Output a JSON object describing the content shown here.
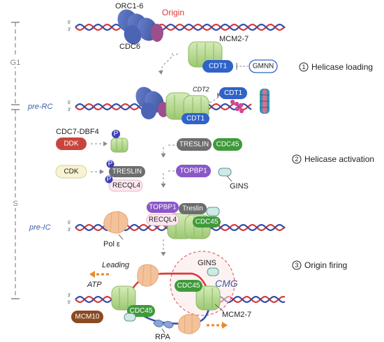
{
  "phases": {
    "g1": "G1",
    "s": "S"
  },
  "stages": {
    "pre_rc": "pre-RC",
    "pre_ic": "pre-IC"
  },
  "steps": [
    {
      "num": "1",
      "label": "Helicase loading"
    },
    {
      "num": "2",
      "label": "Helicase activation"
    },
    {
      "num": "3",
      "label": "Origin firing"
    }
  ],
  "strand_labels": {
    "five": "5'",
    "three": "3'"
  },
  "labels": {
    "orc": "ORC1-6",
    "origin": "Origin",
    "cdc6": "CDC6",
    "mcm27_top": "MCM2-7",
    "cdt1_top": "CDT1",
    "gmnn": "GMNN",
    "cdt2": "CDT2",
    "cdt1_right": "CDT1",
    "cdt1_bottom": "CDT1",
    "cdc7_dbf4": "CDC7-DBF4",
    "ddk": "DDK",
    "treslin_top": "TRESLIN",
    "cdc45_top": "CDC45",
    "cdk": "CDK",
    "treslin_mid": "TRESLIN",
    "recql4_mid": "RECQL4",
    "topbp1_mid": "TOPBP1",
    "gins_mid": "GINS",
    "phospho": "P",
    "topbp1_ic": "TOPBP1",
    "treslin_ic": "Treslin",
    "recql4_ic": "RECQL4",
    "cdc45_ic": "CDC45",
    "pol_e": "Pol ε",
    "leading": "Leading",
    "atp": "ATP",
    "gins_bottom": "GINS",
    "cmg": "CMG",
    "cdc45_cmg": "CDC45",
    "cdc45_lag": "CDC45",
    "mcm10": "MCM10",
    "mcm27_bottom": "MCM2-7",
    "rpa": "RPA"
  },
  "colors": {
    "strand_red": "#d93a3a",
    "strand_blue": "#2f4ea8",
    "orc_blue": "#4a63b5",
    "cdc6_purple": "#a0528f",
    "mcm_green": "#b7d98f",
    "cdt1_blue": "#2f63c9",
    "ddk_red": "#c8453d",
    "cdc45_green": "#3f9a3a",
    "topbp1_purple": "#8a57c8",
    "treslin_gray": "#6d6d6d",
    "cdk_yellow": "#f8f3d2",
    "gins_teal": "#cfe9e5",
    "pol_orange": "#f4c29a",
    "mcm10_brown": "#8b4a22",
    "rpa_blue": "#8aa4d8",
    "cmg_dash": "#d94b4b",
    "arrow_orange": "#e98a2c"
  }
}
